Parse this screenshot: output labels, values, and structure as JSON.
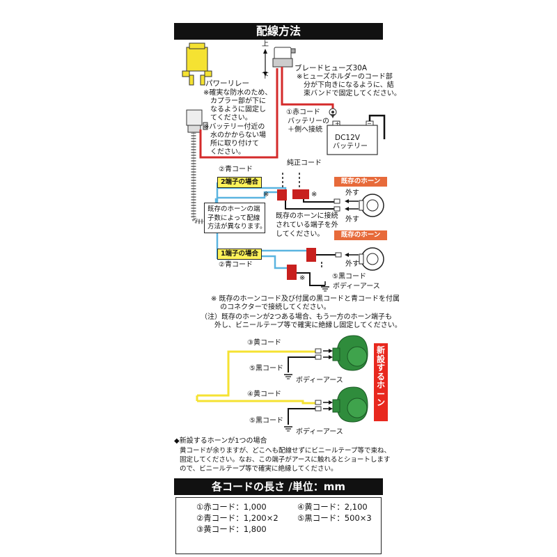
{
  "header": {
    "title": "配線方法"
  },
  "relay": {
    "label": "パワーリレー",
    "note": [
      "※確実な防水のため、",
      "カプラー部が下に",
      "なるように固定し",
      "てください。",
      "※バッテリー付近の",
      "水のかからない場",
      "所に取り付けて",
      "ください。"
    ]
  },
  "fuse": {
    "direction_up": "上",
    "direction_down": "下",
    "label": "ブレードヒューズ30A",
    "note": [
      "※ヒューズホルダーのコード部",
      "分が下向きになるように、結",
      "束バンドで固定してください。"
    ]
  },
  "battery": {
    "cord_label": "①赤コード",
    "connect_note": [
      "バッテリーの",
      "＋側へ接続"
    ],
    "label_voltage": "DC12V",
    "label_name": "バッテリー"
  },
  "wiring": {
    "blue_cord_top": "②青コード",
    "genuine_cord": "純正コード",
    "case_two_terminal": "2端子の場合",
    "case_one_terminal": "1端子の場合",
    "terminal_count_note": [
      "既存のホーンの端",
      "子数によって配線",
      "方法が異なります。"
    ],
    "existing_horn_1": "既存のホーン",
    "existing_horn_2": "既存のホーン",
    "remove_1": "外す",
    "remove_2": "外す",
    "remove_3": "外す",
    "disconnect_note": [
      "既存のホーンに接続",
      "されている端子を外",
      "してください。"
    ],
    "blue_cord_bottom": "②青コード",
    "black_cord_5": "⑤黒コード",
    "body_earth": "ボディーアース",
    "asterisk": "※",
    "note_connector": [
      "※ 既存のホーンコード及び付属の黒コードと青コードを付属",
      "　 のコネクターで接続してください。"
    ],
    "note_two_horns": [
      "（注）既存のホーンが2つある場合、もう一方のホーン端子も",
      "　　外し、ビニールテープ等で確実に絶縁し固定してください。"
    ]
  },
  "new_horn": {
    "vertical_label": [
      "新",
      "設",
      "す",
      "る",
      "ホ",
      "ー",
      "ン"
    ],
    "yellow_cord_3": "③黄コード",
    "black_cord_5a": "⑤黒コード",
    "body_earth_a": "ボディーアース",
    "yellow_cord_4": "④黄コード",
    "black_cord_5b": "⑤黒コード",
    "body_earth_b": "ボディーアース",
    "single_horn_title": "◆新設するホーンが1つの場合",
    "single_horn_note": [
      "黄コードが余りますが、どこへも配線せずにビニールテープ等で束ね、",
      "固定してください。なお、この端子がアースに触れるとショートします",
      "ので、ビニールテープ等で確実に絶縁してください。"
    ]
  },
  "lengths": {
    "title": "各コードの長さ  /単位：mm",
    "items": [
      "①赤コード：1,000",
      "④黄コード：2,100",
      "②青コード：1,200×2",
      "⑤黒コード：500×3",
      "③黄コード：1,800"
    ]
  },
  "colors": {
    "red_wire": "#d42a2a",
    "blue_wire": "#5ab4e0",
    "yellow_wire": "#f5e232",
    "connector_red": "#c8201e",
    "horn_green": "#2f8c3c",
    "relay_yellow": "#f5e232"
  }
}
